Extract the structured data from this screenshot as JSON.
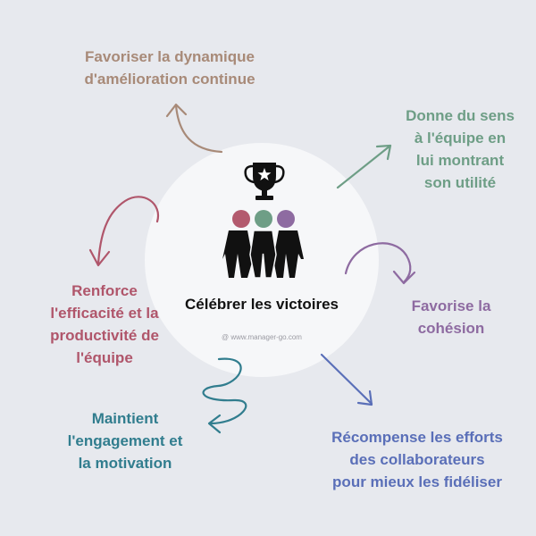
{
  "center": {
    "title": "Célébrer les victoires",
    "watermark": "@ www.manager-go.com",
    "trophy_icon": "trophy-star-icon",
    "team_icon": "team-group-icon"
  },
  "benefits": [
    {
      "id": "dynamique",
      "lines": [
        "Favoriser la dynamique",
        "d'amélioration continue"
      ],
      "color": "#a88a78"
    },
    {
      "id": "sens",
      "lines": [
        "Donne du sens",
        "à l'équipe en",
        "lui montrant",
        "son utilité"
      ],
      "color": "#6e9e86"
    },
    {
      "id": "cohesion",
      "lines": [
        "Favorise la",
        "cohésion"
      ],
      "color": "#8e6ba1"
    },
    {
      "id": "recompense",
      "lines": [
        "Récompense les efforts",
        "des collaborateurs",
        "pour mieux les fidéliser"
      ],
      "color": "#5a6fb8"
    },
    {
      "id": "engagement",
      "lines": [
        "Maintient",
        "l'engagement et",
        "la motivation"
      ],
      "color": "#317d8e"
    },
    {
      "id": "efficacite",
      "lines": [
        "Renforce",
        "l'efficacité et la",
        "productivité de",
        "l'équipe"
      ],
      "color": "#b0566b"
    }
  ],
  "colors": {
    "background": "#e7e9ee",
    "circle": "#f6f7f9",
    "head_left": "#b35a6e",
    "head_mid": "#6e9e86",
    "head_right": "#8e6ba1"
  }
}
